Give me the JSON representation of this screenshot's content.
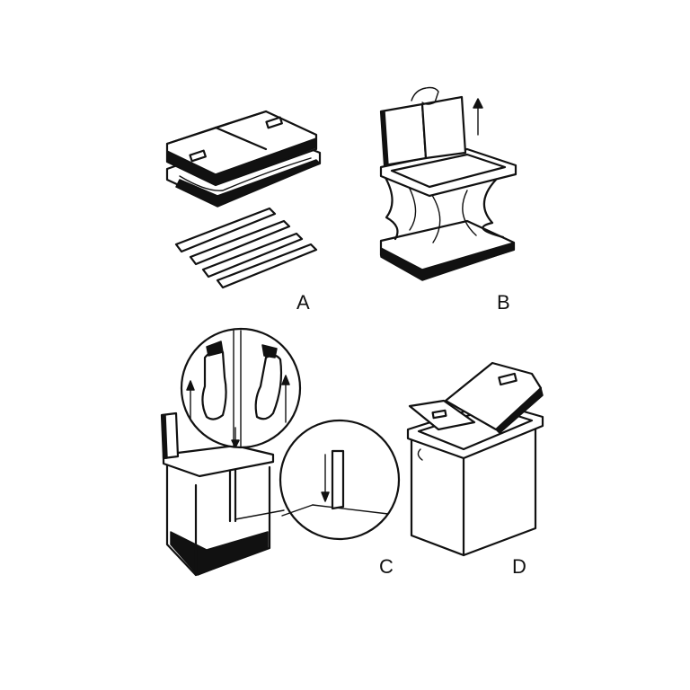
{
  "panels": [
    {
      "id": "A",
      "label": "A"
    },
    {
      "id": "B",
      "label": "B"
    },
    {
      "id": "C",
      "label": "C"
    },
    {
      "id": "D",
      "label": "D"
    }
  ],
  "icons": {
    "arrow": "up-arrow-icon",
    "hand": "hand-icon"
  },
  "colors": {
    "ink": "#111111",
    "paper": "#ffffff"
  }
}
